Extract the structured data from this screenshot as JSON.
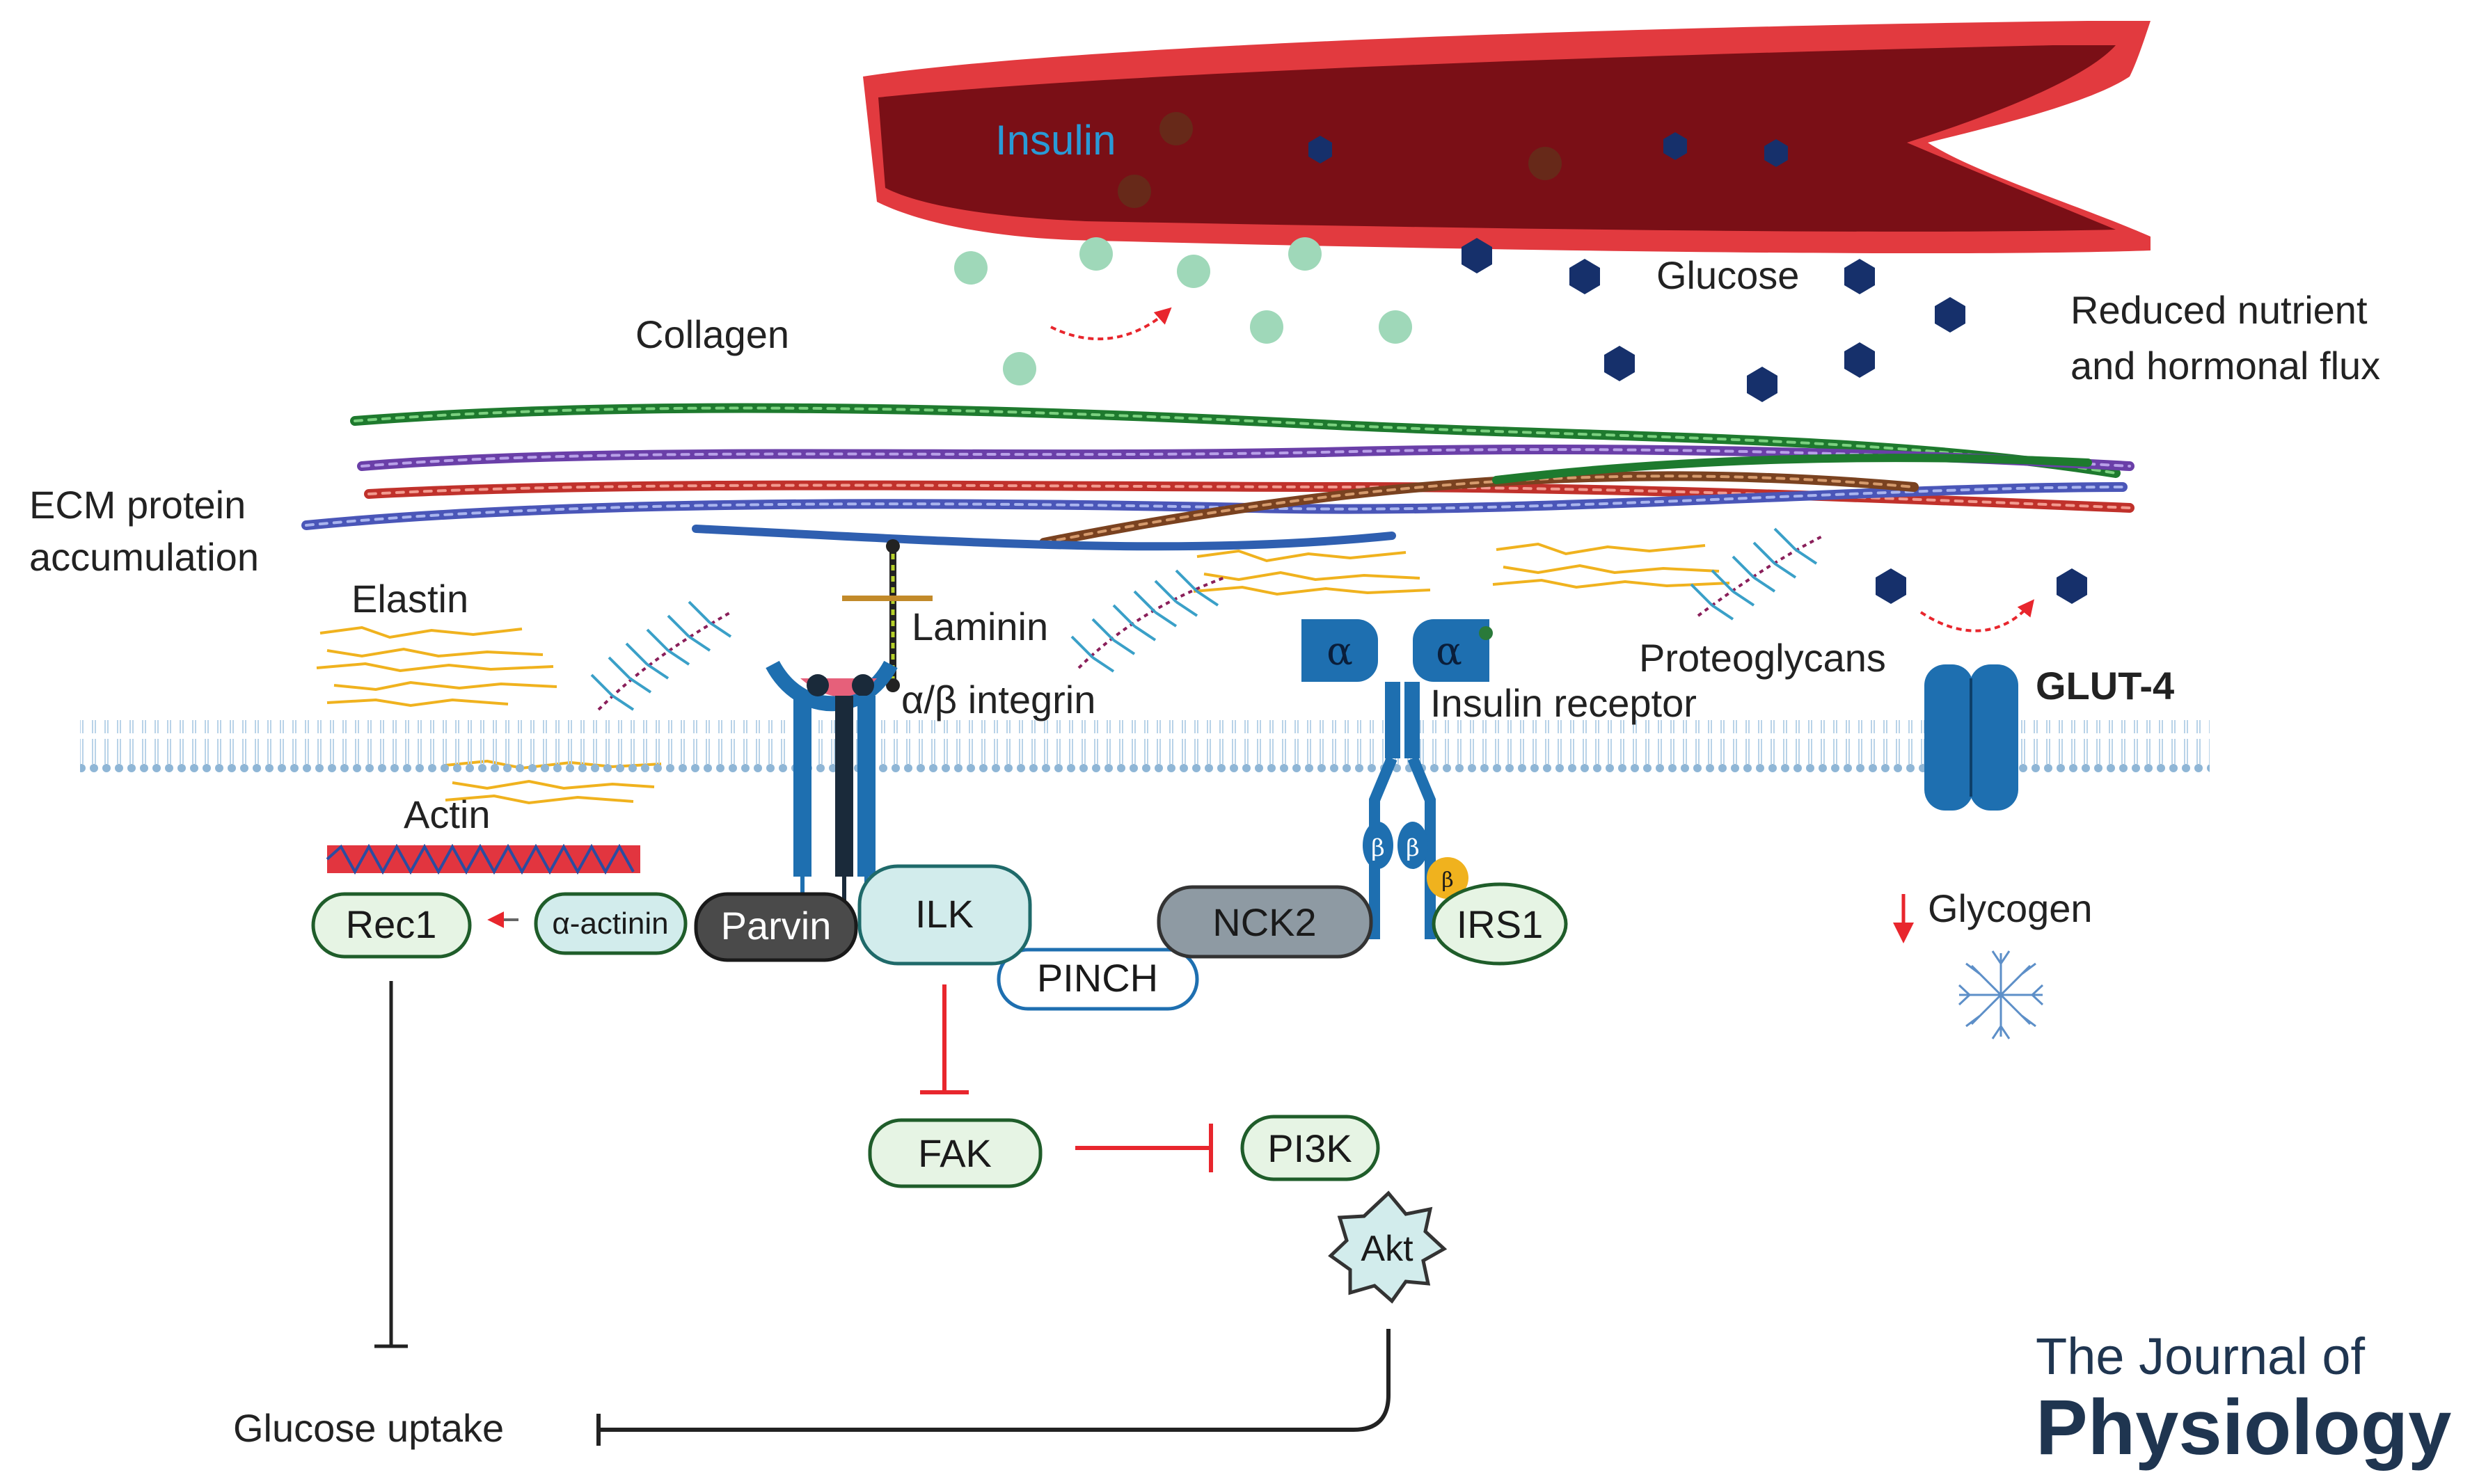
{
  "labels": {
    "insulin": "Insulin",
    "glucose": "Glucose",
    "reduced_flux_line1": "Reduced nutrient",
    "reduced_flux_line2": "and hormonal flux",
    "collagen": "Collagen",
    "ecm_line1": "ECM protein",
    "ecm_line2": "accumulation",
    "elastin": "Elastin",
    "laminin": "Laminin",
    "integrin": "α/β integrin",
    "insulin_receptor": "Insulin receptor",
    "proteoglycans": "Proteoglycans",
    "glut4": "GLUT-4",
    "actin": "Actin",
    "glycogen": "Glycogen",
    "glucose_uptake": "Glucose uptake",
    "alpha_left": "α",
    "alpha_right": "α",
    "beta_left": "β",
    "beta_right": "β",
    "beta_small": "β"
  },
  "nodes": {
    "rec1": "Rec1",
    "alpha_actinin": "α-actinin",
    "parvin": "Parvin",
    "ilk": "ILK",
    "pinch": "PINCH",
    "nck2": "NCK2",
    "irs1": "IRS1",
    "fak": "FAK",
    "pi3k": "PI3K",
    "akt": "Akt"
  },
  "journal": {
    "line1": "The Journal of",
    "line2": "Physiology"
  },
  "colors": {
    "vessel_dark": "#7a0f16",
    "vessel_light": "#e23a3f",
    "glucose": "#16306b",
    "insulin_dot": "#9fd8b9",
    "inhibit_red": "#e8262d",
    "membrane": "#8fb6d6",
    "receptor_blue": "#1e6fb0",
    "node_green_fill": "#e6f4e4",
    "node_green_stroke": "#1f5d2a",
    "node_teal_fill": "#d2ecec",
    "node_grey_fill": "#8e9aa3",
    "node_dark_fill": "#4a4a4a",
    "journal": "#1f3550"
  }
}
